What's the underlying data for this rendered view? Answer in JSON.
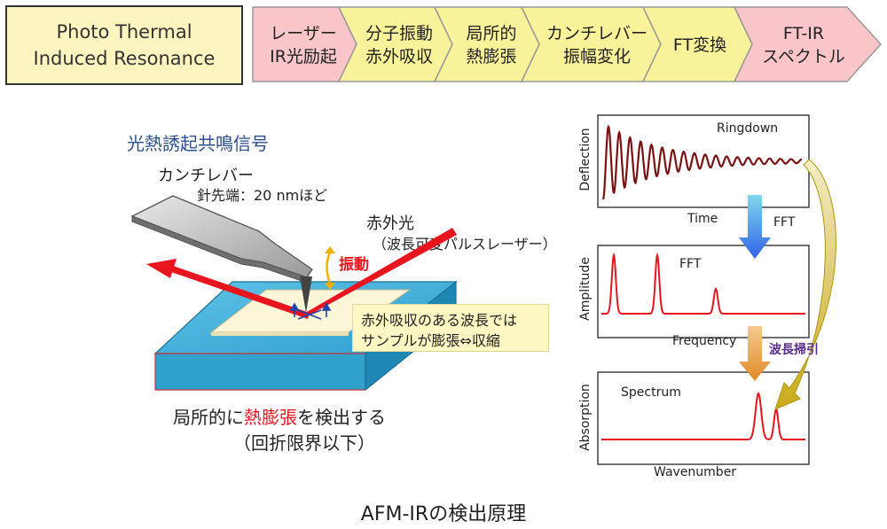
{
  "header": {
    "title": "Photo Thermal\nInduced Resonance",
    "steps": [
      {
        "label": "レーザー\nIR光励起",
        "color": "#f9c5c8"
      },
      {
        "label": "分子振動\n赤外吸収",
        "color": "#f8f29a"
      },
      {
        "label": "局所的\n熱膨張",
        "color": "#f8f29a"
      },
      {
        "label": "カンチレバー\n振幅変化",
        "color": "#f8f29a"
      },
      {
        "label": "FT変換",
        "color": "#f8f29a"
      },
      {
        "label": "FT-IR\nスペクトル",
        "color": "#f9c5c8"
      }
    ]
  },
  "schematic": {
    "signal_title": "光熱誘起共鳴信号",
    "cantilever_label": "カンチレバー",
    "tip_label": "針先端：20 nmほど",
    "ir_label": "赤外光",
    "ir_sublabel": "（波長可変パルスレーザー）",
    "vibration_label": "振動",
    "note_line1": "赤外吸収のある波長では",
    "note_line2": "サンプルが膨張⇔収縮",
    "caption_part1": "局所的に",
    "caption_highlight": "熱膨張",
    "caption_part2": "を検出する",
    "caption_line2": "（回折限界以下）"
  },
  "plots": {
    "ringdown": {
      "title": "Ringdown",
      "ylabel": "Deflection",
      "xlabel": "Time"
    },
    "fft": {
      "title": "FFT",
      "ylabel": "Amplitude",
      "xlabel": "Frequency"
    },
    "spectrum": {
      "title": "Spectrum",
      "ylabel": "Absorption",
      "xlabel": "Wavenumber"
    },
    "arrow_fft_label": "FFT",
    "arrow_scan_label": "波長掃引"
  },
  "footer": {
    "title": "AFM-IRの検出原理"
  },
  "colors": {
    "accent_red": "#e8141e",
    "ringdown": "#7a1212",
    "sample_blue": "#2fa3cc"
  }
}
